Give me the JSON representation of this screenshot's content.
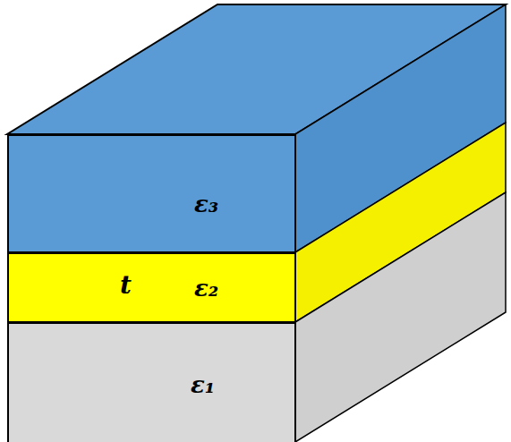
{
  "diagram": {
    "nodes": [
      {
        "text": [
          "ε₃"
        ]
      },
      {
        "text": [
          "ε₂"
        ]
      },
      {
        "text": [
          "ε₁"
        ]
      }
    ],
    "labels": [
      "t"
    ]
  }
}
